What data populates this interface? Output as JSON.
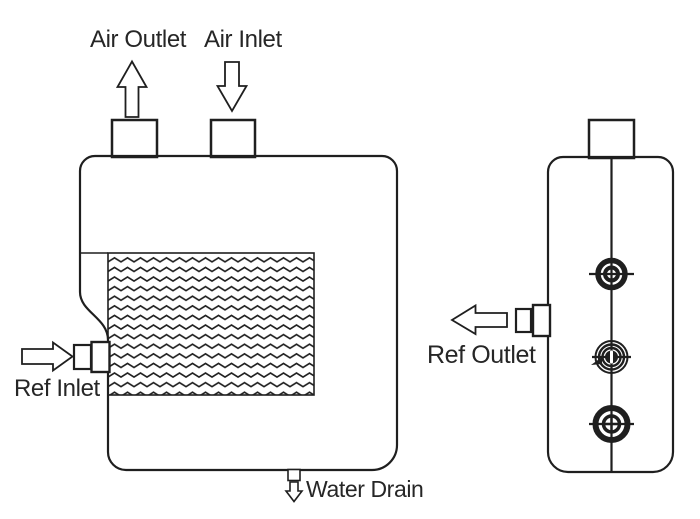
{
  "diagram": {
    "kind": "technical-line-drawing",
    "subject": "air handling / heat-exchanger unit, front and side views",
    "labels": {
      "air_outlet": "Air Outlet",
      "air_inlet": "Air Inlet",
      "ref_inlet": "Ref Inlet",
      "water_drain": "Water Drain",
      "ref_outlet": "Ref Outlet"
    },
    "icons": {
      "air_outlet_arrow": "hollow-block-arrow-up",
      "air_inlet_arrow": "hollow-block-arrow-down",
      "ref_inlet_arrow": "hollow-block-arrow-right",
      "ref_outlet_arrow": "hollow-block-arrow-left",
      "water_drain_arrow": "hollow-block-arrow-down-small",
      "coil_fill": "zigzag-hatch-pattern",
      "side_ports": "concentric-circle-ports-with-crosshair"
    },
    "colors": {
      "line": "#1f1f1f",
      "text": "#262626",
      "background": "#ffffff"
    }
  }
}
